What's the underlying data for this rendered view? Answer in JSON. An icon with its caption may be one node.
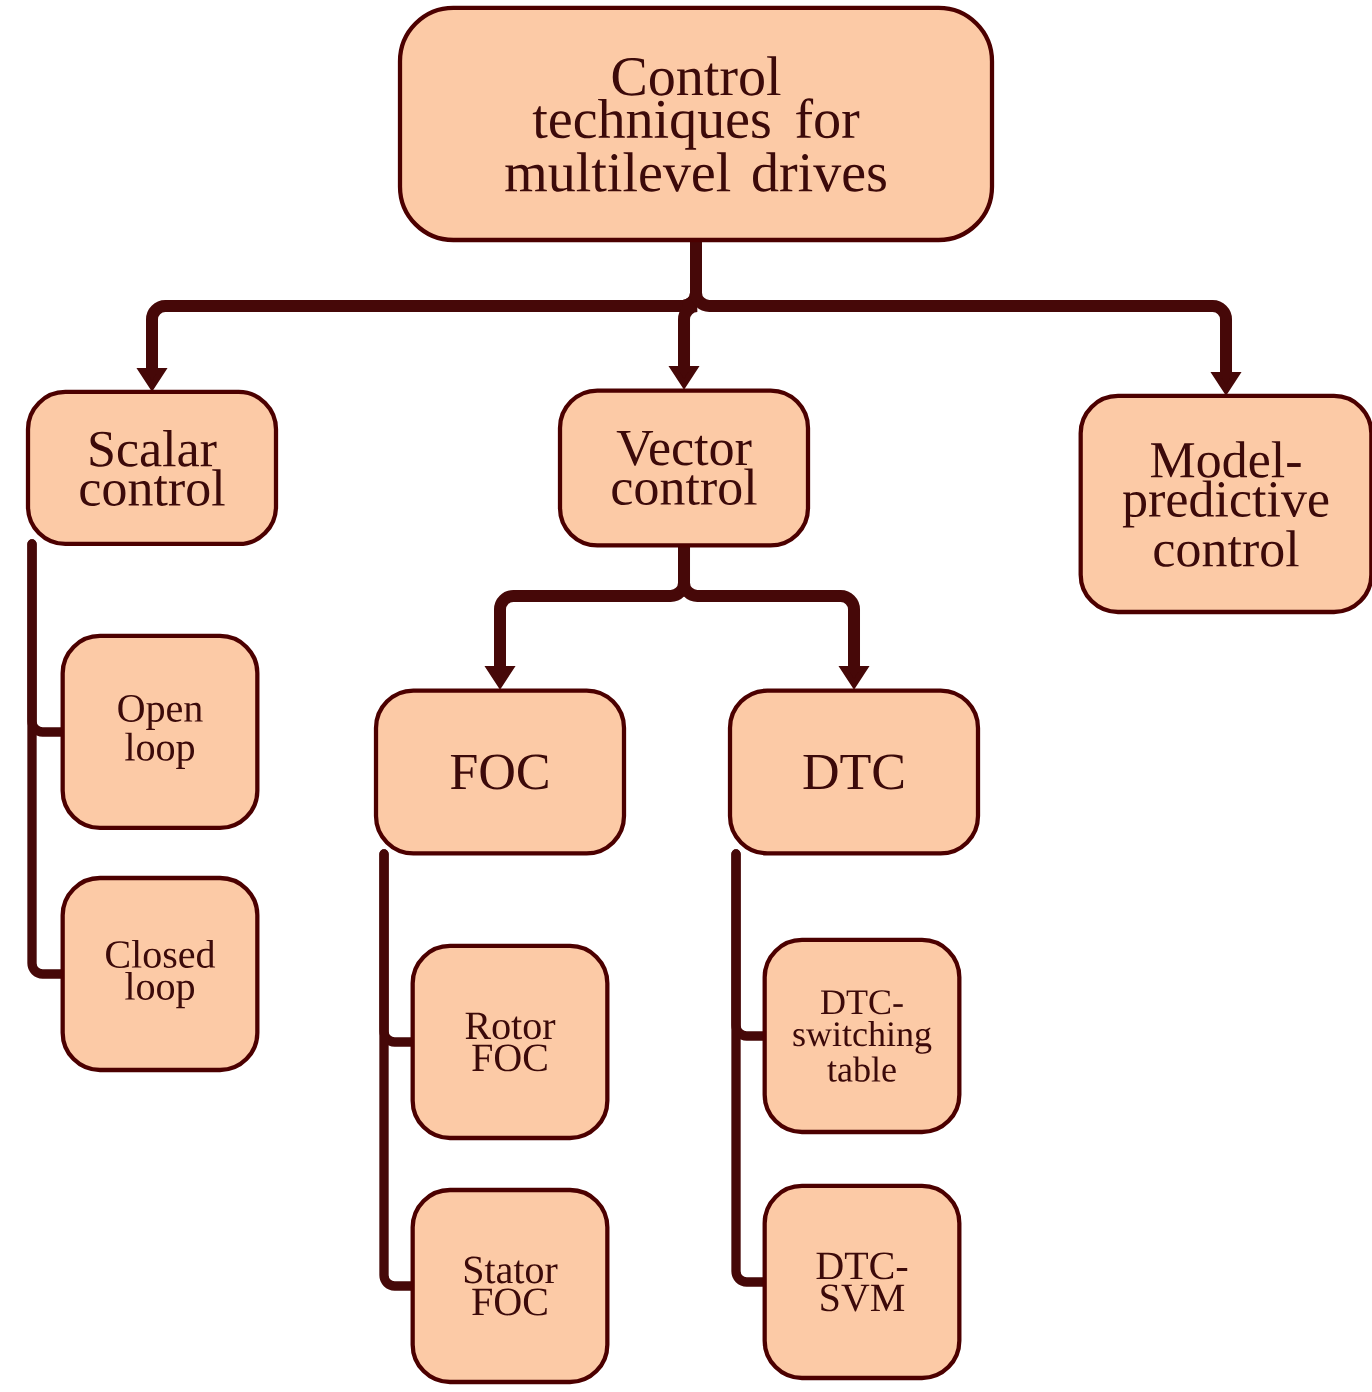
{
  "diagram": {
    "nodes": [
      {
        "text": [
          "Control techniques for multilevel drives"
        ]
      },
      {
        "text": [
          "Scalar control"
        ]
      },
      {
        "text": [
          "Vector control"
        ]
      },
      {
        "text": [
          "Model-predictive control"
        ]
      },
      {
        "text": [
          "Open loop"
        ]
      },
      {
        "text": [
          "Closed loop"
        ]
      },
      {
        "text": [
          "FOC"
        ]
      },
      {
        "text": [
          "DTC"
        ]
      },
      {
        "text": [
          "Rotor FOC"
        ]
      },
      {
        "text": [
          "Stator FOC"
        ]
      },
      {
        "text": [
          "DTC-switching table"
        ]
      },
      {
        "text": [
          "DTC-SVM"
        ]
      }
    ],
    "edges": [
      {
        "from": 0,
        "to": 1,
        "arrow": "to"
      },
      {
        "from": 0,
        "to": 2,
        "arrow": "to"
      },
      {
        "from": 0,
        "to": 3,
        "arrow": "to"
      },
      {
        "from": 1,
        "to": 4,
        "arrow": "none"
      },
      {
        "from": 1,
        "to": 5,
        "arrow": "none"
      },
      {
        "from": 2,
        "to": 6,
        "arrow": "to"
      },
      {
        "from": 2,
        "to": 7,
        "arrow": "to"
      },
      {
        "from": 6,
        "to": 8,
        "arrow": "none"
      },
      {
        "from": 6,
        "to": 9,
        "arrow": "none"
      },
      {
        "from": 7,
        "to": 10,
        "arrow": "none"
      },
      {
        "from": 7,
        "to": 11,
        "arrow": "none"
      }
    ]
  }
}
